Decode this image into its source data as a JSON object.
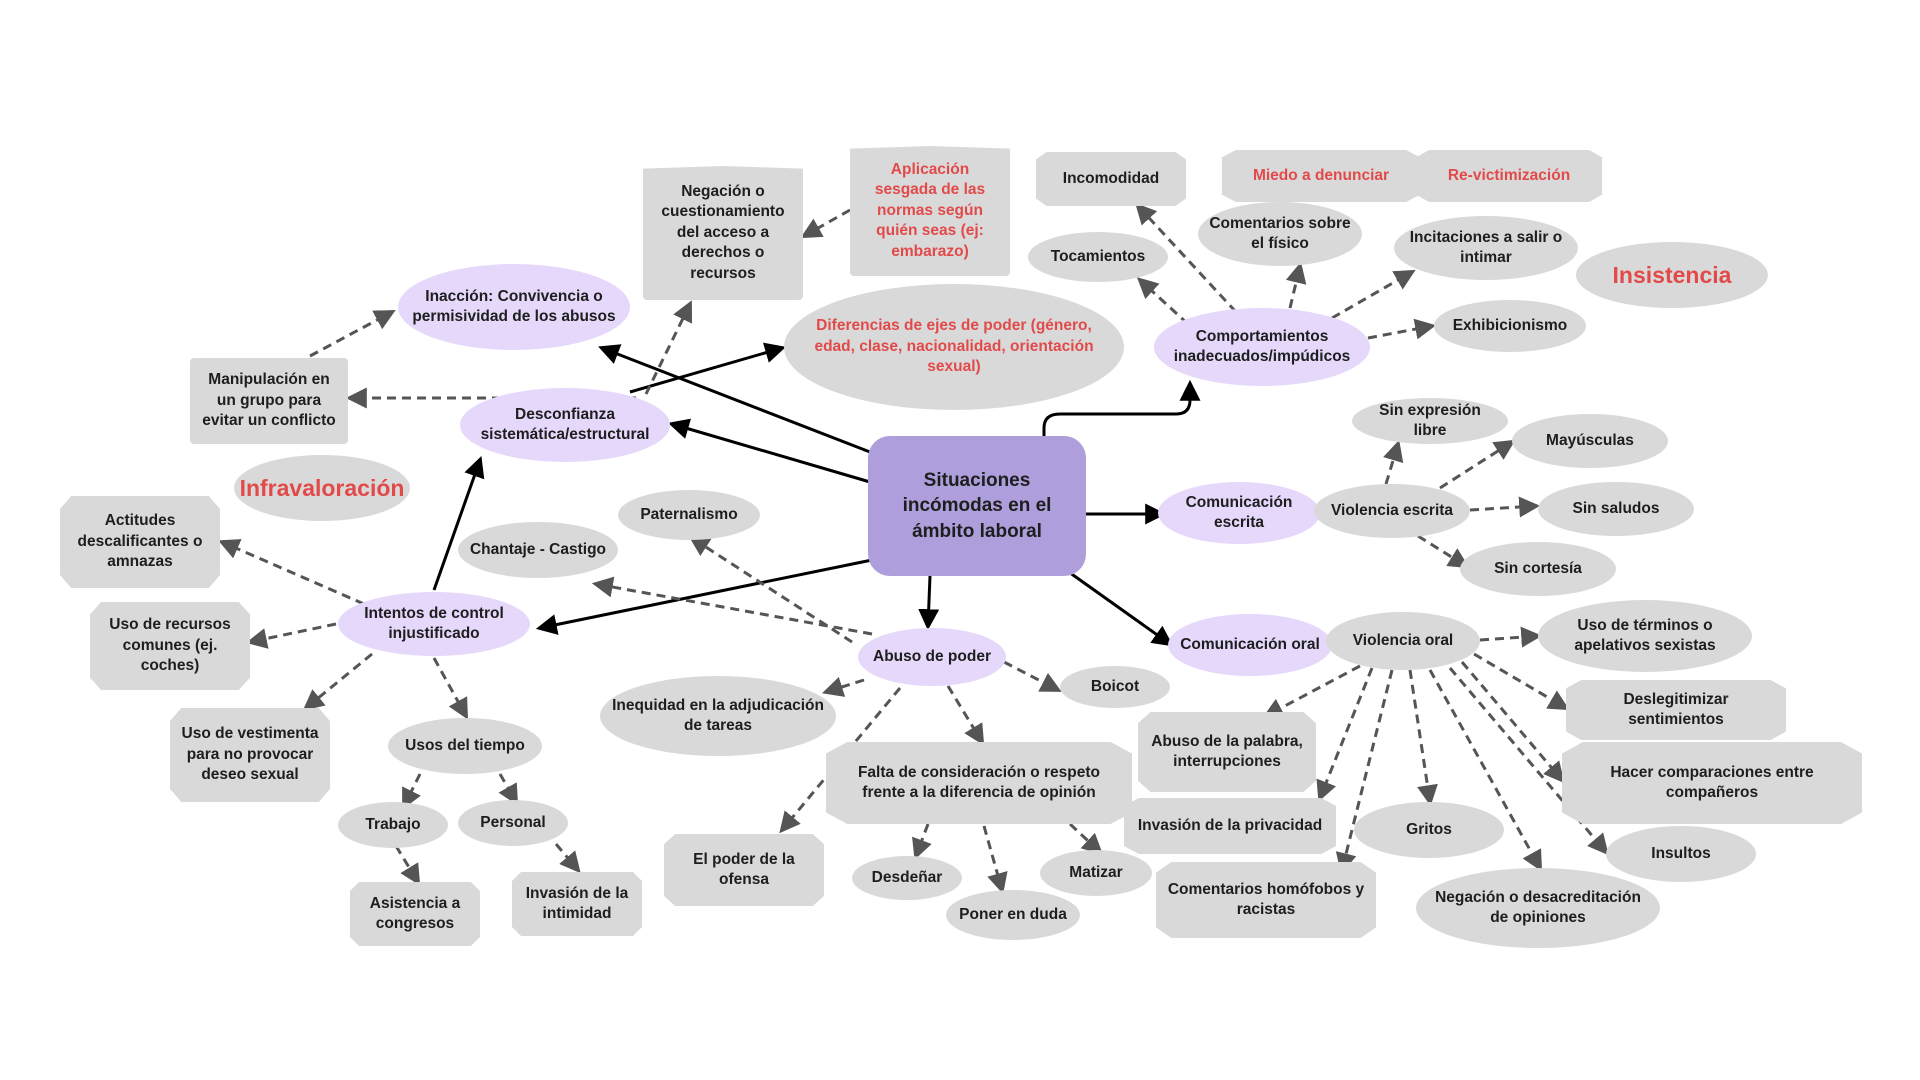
{
  "colors": {
    "center": "#ae9fdc",
    "purple": "#e5d8fb",
    "grey": "#d9d9d9",
    "red": "#e24a4a",
    "arrow": "#000000",
    "dashed": "#555555"
  },
  "center": "Situaciones incómodas en el ámbito laboral",
  "nodes": {
    "inaccion": "Inacción: Convivencia o permisividad de los abusos",
    "negacion_acceso": "Negación o cuestionamiento del acceso a derechos o recursos",
    "aplicacion_sesgada": "Aplicación sesgada de las normas según quién seas (ej: embarazo)",
    "diferencias": "Diferencias de ejes de poder (género, edad, clase, nacionalidad, orientación sexual)",
    "manipulacion": "Manipulación en un grupo para evitar un conflicto",
    "desconfianza": "Desconfianza sistemática/estructural",
    "infravaloracion": "Infravaloración",
    "actitudes": "Actitudes descalificantes o amnazas",
    "chantaje": "Chantaje - Castigo",
    "paternalismo": "Paternalismo",
    "intentos": "Intentos de control injustificado",
    "recursos": "Uso de recursos comunes (ej. coches)",
    "vestimenta": "Uso de vestimenta para no provocar deseo sexual",
    "usos_tiempo": "Usos del tiempo",
    "trabajo": "Trabajo",
    "personal": "Personal",
    "asistencia": "Asistencia a congresos",
    "invasion_intimidad": "Invasión de la intimidad",
    "abuso_poder": "Abuso de poder",
    "inequidad": "Inequidad en la adjudicación de tareas",
    "boicot": "Boicot",
    "falta_consideracion": "Falta de consideración o respeto frente a la diferencia de opinión",
    "poder_ofensa": "El poder de la ofensa",
    "desdenar": "Desdeñar",
    "poner_duda": "Poner en duda",
    "matizar": "Matizar",
    "incomodidad": "Incomodidad",
    "miedo": "Miedo a denunciar",
    "revictimizacion": "Re-victimización",
    "comentarios_fisico": "Comentarios sobre el físico",
    "tocamientos": "Tocamientos",
    "incitaciones": "Incitaciones a salir o intimar",
    "insistencia": "Insistencia",
    "comportamientos": "Comportamientos inadecuados/impúdicos",
    "exhibicionismo": "Exhibicionismo",
    "sin_expresion": "Sin expresión libre",
    "mayusculas": "Mayúsculas",
    "com_escrita": "Comunicación escrita",
    "violencia_escrita": "Violencia escrita",
    "sin_saludos": "Sin saludos",
    "sin_cortesia": "Sin cortesía",
    "com_oral": "Comunicación oral",
    "violencia_oral": "Violencia oral",
    "sexistas": "Uso de términos o apelativos sexistas",
    "deslegitimar": "Deslegitimizar sentimientos",
    "abuso_palabra": "Abuso de la palabra, interrupciones",
    "comparaciones": "Hacer comparaciones entre compañeros",
    "invasion_privacidad": "Invasión de la privacidad",
    "gritos": "Gritos",
    "insultos": "Insultos",
    "homofobos": "Comentarios homófobos y racistas",
    "negacion_opiniones": "Negación o desacreditación de opiniones"
  }
}
